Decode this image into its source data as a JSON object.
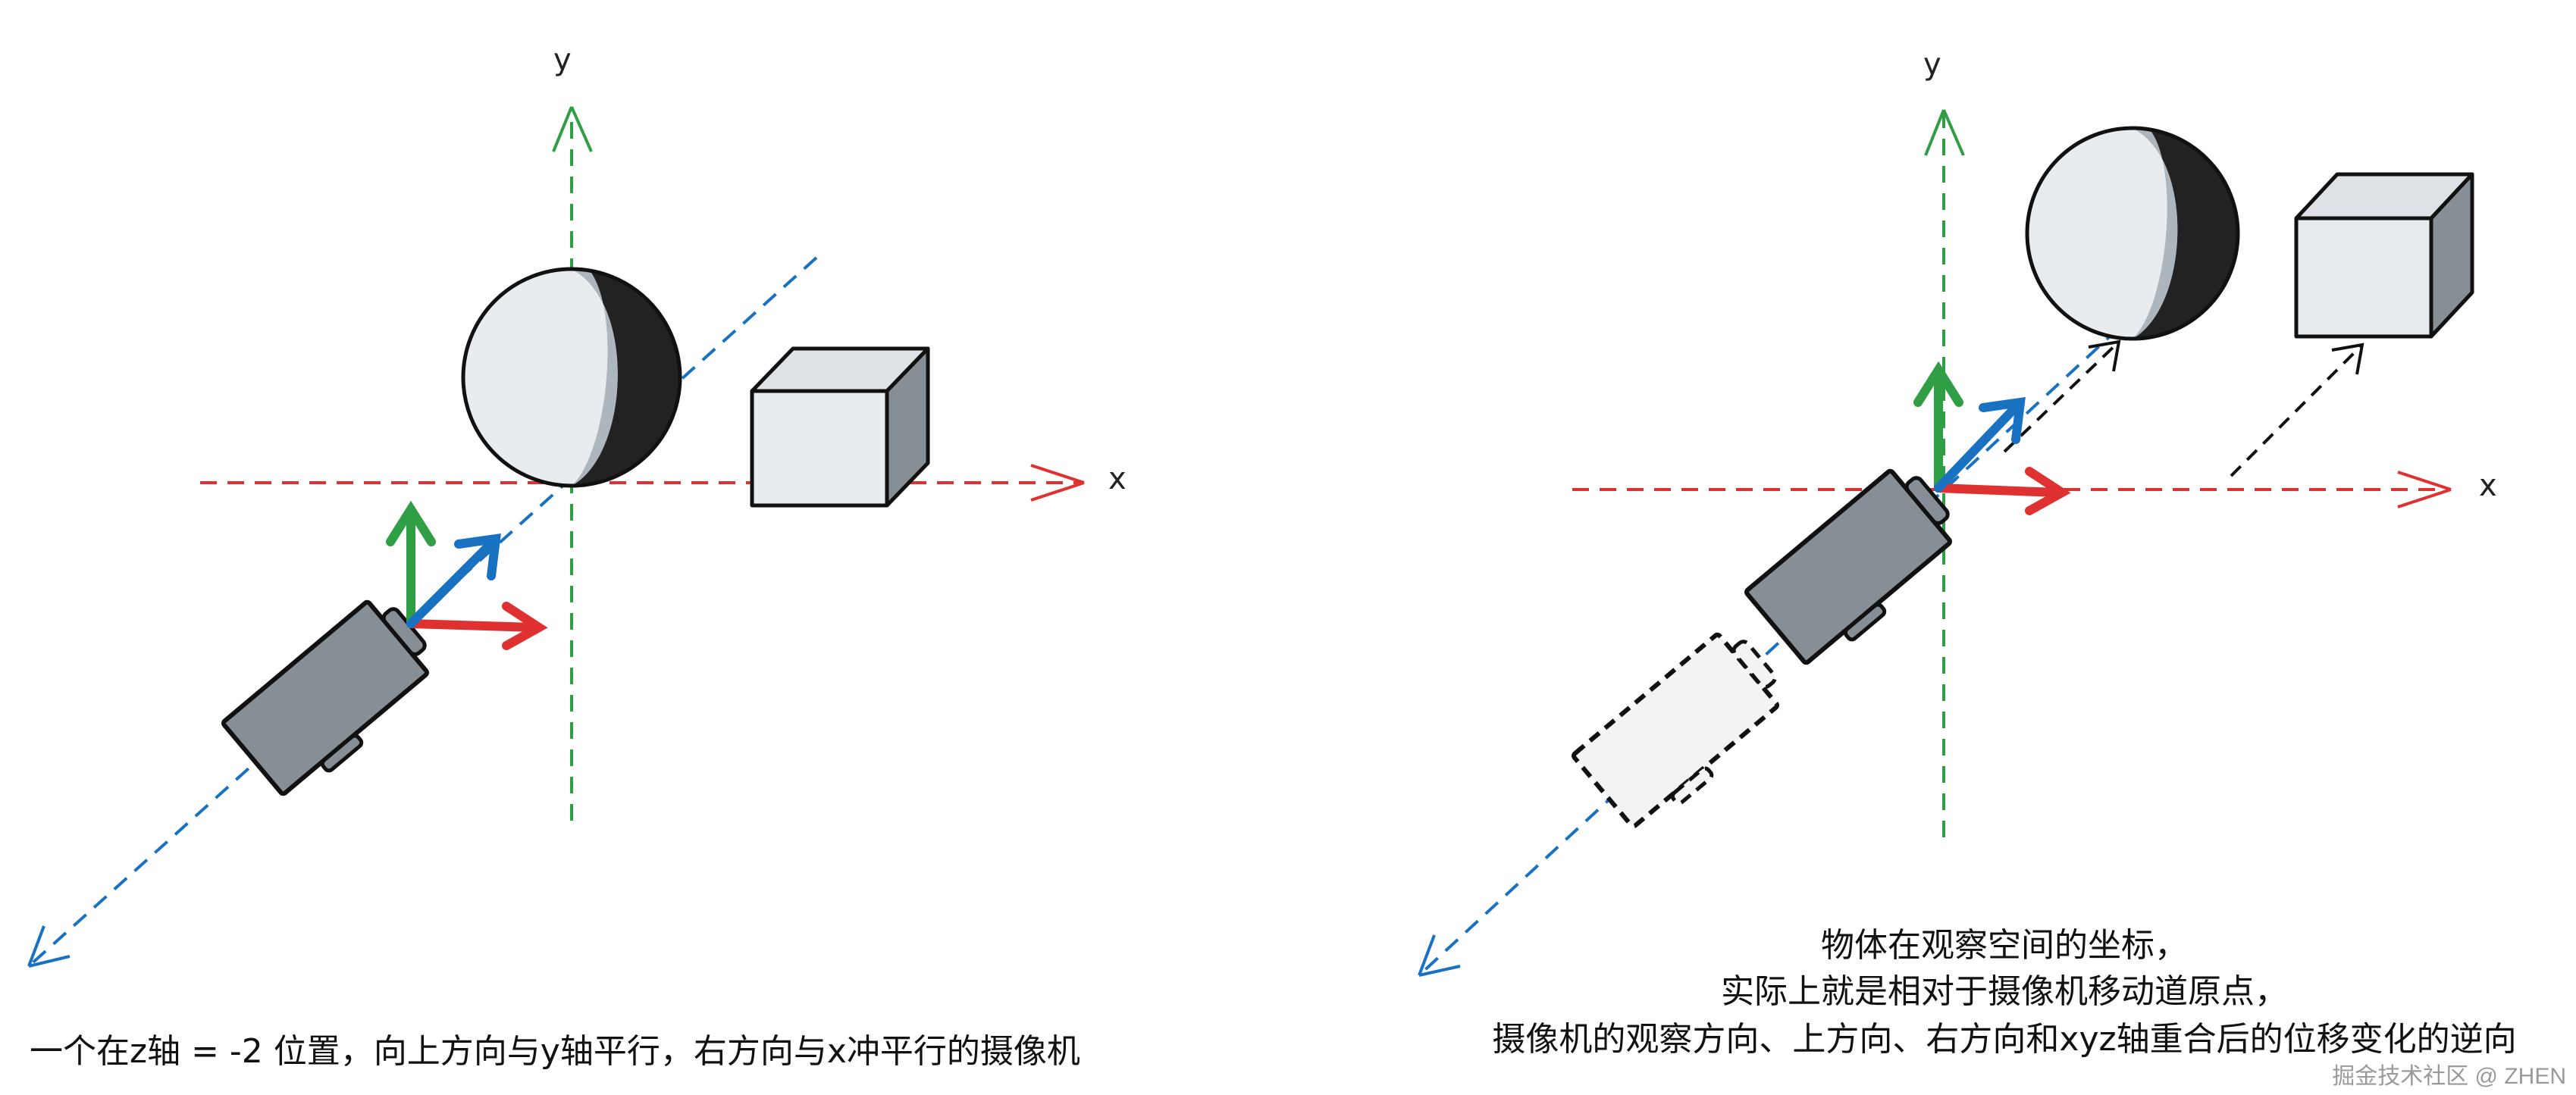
{
  "left_panel": {
    "axis_x_label": "x",
    "axis_y_label": "y",
    "caption": "一个在z轴 = -2 位置，向上方向与y轴平行，右方向与x冲平行的摄像机"
  },
  "right_panel": {
    "axis_x_label": "x",
    "axis_y_label": "y",
    "caption_lines": [
      "物体在观察空间的坐标，",
      "实际上就是相对于摄像机移动道原点，",
      "摄像机的观察方向、上方向、右方向和xyz轴重合后的位移变化的逆向"
    ]
  },
  "watermark": "掘金技术社区 @ ZHEN",
  "colors": {
    "x_axis": "#e03131",
    "y_axis": "#2f9e44",
    "z_axis": "#1971c2",
    "camera_body": "#868e96",
    "object_fill": "#e9ecef"
  }
}
